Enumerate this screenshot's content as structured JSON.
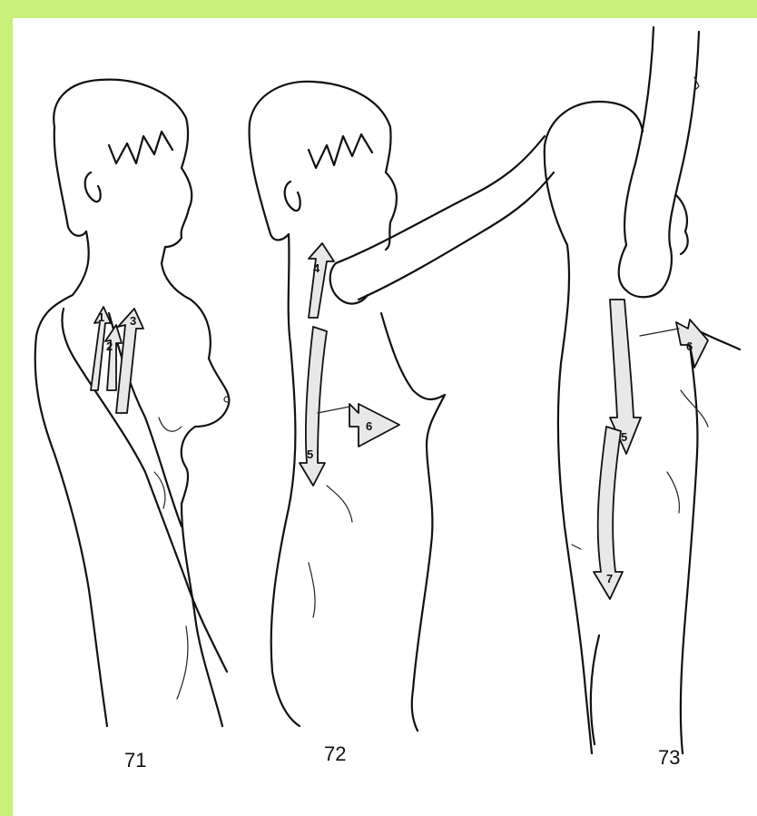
{
  "figures": [
    {
      "caption": "71",
      "arrows": [
        "1",
        "2",
        "3"
      ]
    },
    {
      "caption": "72",
      "arrows": [
        "4",
        "5",
        "6"
      ]
    },
    {
      "caption": "73",
      "arrows": [
        "5",
        "6",
        "7"
      ]
    }
  ],
  "colors": {
    "border": "#c8f07a",
    "background": "#ffffff",
    "ink": "#111111",
    "arrow_fill": "#e8e8e8"
  }
}
